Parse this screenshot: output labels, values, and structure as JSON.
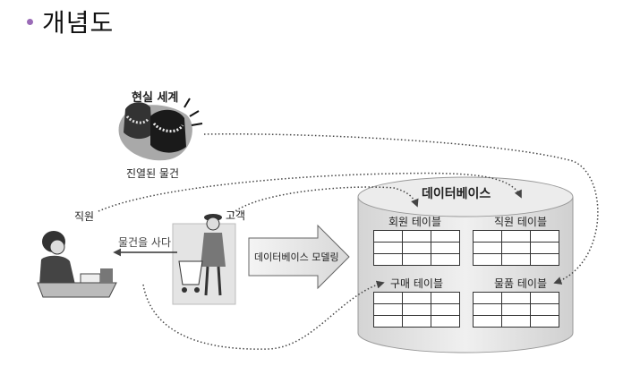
{
  "title": "개념도",
  "real_world": {
    "label": "현실 세계",
    "caption": "진열된 물건"
  },
  "employee_label": "직원",
  "customer_label": "고객",
  "buy_label": "물건을 사다",
  "modeling_label": "데이터베이스 모델링",
  "database": {
    "label": "데이터베이스",
    "tables": [
      {
        "name": "회원 테이블"
      },
      {
        "name": "직원 테이블"
      },
      {
        "name": "구매 테이블"
      },
      {
        "name": "물품 테이블"
      }
    ]
  },
  "colors": {
    "bullet": "#9a6bb7",
    "cylinder": "#e6e6e6",
    "arrow_fill": "#e9e9e9"
  }
}
